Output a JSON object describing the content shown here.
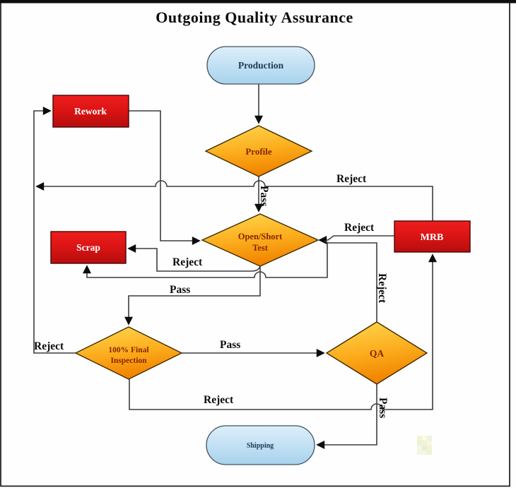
{
  "title": "Outgoing Quality Assurance",
  "nodes": {
    "production": {
      "label": "Production",
      "shape": "terminator"
    },
    "profile": {
      "label": "Profile",
      "shape": "decision"
    },
    "rework": {
      "label": "Rework",
      "shape": "process"
    },
    "open_short_test": {
      "line1": "Open/Short",
      "line2": "Test",
      "shape": "decision"
    },
    "scrap": {
      "label": "Scrap",
      "shape": "process"
    },
    "mrb": {
      "label": "MRB",
      "shape": "process"
    },
    "final_inspection": {
      "line1": "100% Final",
      "line2": "Inspection",
      "shape": "decision"
    },
    "qa": {
      "label": "QA",
      "shape": "decision"
    },
    "shipping": {
      "label": "Shipping",
      "shape": "terminator"
    }
  },
  "edges": {
    "profile_pass": "Pass",
    "openshort_reject_scrap": "Reject",
    "openshort_pass": "Pass",
    "mrb_reject_rework": "Reject",
    "mrb_reject_openshort": "Reject",
    "qa_reject": "Reject",
    "final_reject_rework": "Reject",
    "final_pass": "Pass",
    "final_reject_mrb": "Reject",
    "qa_pass": "Pass"
  },
  "colors": {
    "decision_top": "#ffd851",
    "decision_bottom": "#f18500",
    "terminator_top": "#ddeffa",
    "terminator_bottom": "#a8d2ed",
    "process_top": "#ee1e1e",
    "process_bottom": "#b60e0e",
    "connector": "#3d3d3d",
    "edge_label_text": "#0d0d0d",
    "decision_text": "#872500",
    "process_text": "#ffffff",
    "terminator_text": "#1d3a56"
  }
}
